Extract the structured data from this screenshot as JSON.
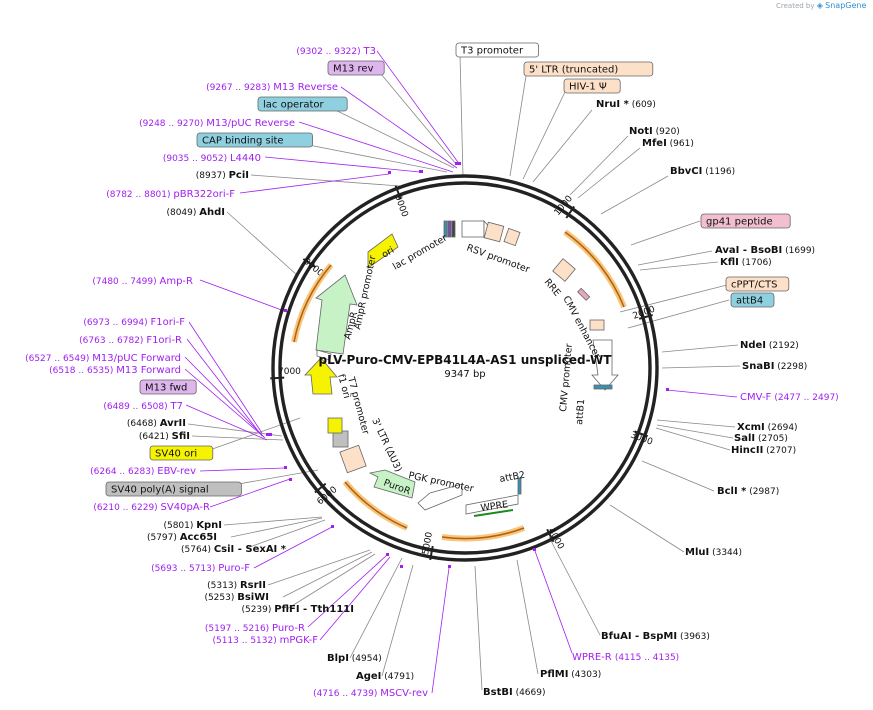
{
  "credit": {
    "prefix": "Created by",
    "brand": "SnapGene"
  },
  "plasmid": {
    "name": "pLV-Puro-CMV-EPB41L4A-AS1 unspliced-WT",
    "length": "9347 bp"
  },
  "ring_ticks": [
    "1000",
    "2000",
    "3000",
    "4000",
    "5000",
    "6000",
    "7000",
    "8000",
    "9000"
  ],
  "features": [
    {
      "key": "t3p",
      "text": "T3 promoter",
      "fill": "#ffffff"
    },
    {
      "key": "ltr5",
      "text": "5' LTR (truncated)",
      "fill": "#fde0c8"
    },
    {
      "key": "hiv",
      "text": "HIV-1 Ψ",
      "fill": "#fde0c8"
    },
    {
      "key": "m13rev",
      "text": "M13 rev",
      "fill": "#dfb5ee"
    },
    {
      "key": "lacop",
      "text": "lac operator",
      "fill": "#8fd0e0"
    },
    {
      "key": "cap",
      "text": "CAP binding site",
      "fill": "#8fd0e0"
    },
    {
      "key": "gp41",
      "text": "gp41 peptide",
      "fill": "#f1bfcf"
    },
    {
      "key": "cppt",
      "text": "cPPT/CTS",
      "fill": "#fde0c8"
    },
    {
      "key": "attb4",
      "text": "attB4",
      "fill": "#8fd0e0"
    },
    {
      "key": "m13fwd",
      "text": "M13 fwd",
      "fill": "#dfb5ee"
    },
    {
      "key": "sv40ori",
      "text": "SV40 ori",
      "fill": "#f6f300"
    },
    {
      "key": "sv40pa",
      "text": "SV40 poly(A) signal",
      "fill": "#bfbfbf"
    }
  ],
  "sites": [
    {
      "key": "nrui",
      "name": "NruI *",
      "pos": "(609)"
    },
    {
      "key": "noti",
      "name": "NotI",
      "pos": "(920)"
    },
    {
      "key": "mfei",
      "name": "MfeI",
      "pos": "(961)"
    },
    {
      "key": "bbvci",
      "name": "BbvCI",
      "pos": "(1196)"
    },
    {
      "key": "avai",
      "name": "AvaI",
      "sep": "-",
      "name2": "BsoBI",
      "pos": "(1699)"
    },
    {
      "key": "kfli",
      "name": "KflI",
      "pos": "(1706)"
    },
    {
      "key": "ndei",
      "name": "NdeI",
      "pos": "(2192)"
    },
    {
      "key": "snabi",
      "name": "SnaBI",
      "pos": "(2298)"
    },
    {
      "key": "xcmi",
      "name": "XcmI",
      "pos": "(2694)"
    },
    {
      "key": "sali",
      "name": "SalI",
      "pos": "(2705)"
    },
    {
      "key": "hincii",
      "name": "HincII",
      "pos": "(2707)"
    },
    {
      "key": "bcli",
      "name": "BclI *",
      "pos": "(2987)"
    },
    {
      "key": "mlui",
      "name": "MluI",
      "pos": "(3344)"
    },
    {
      "key": "bfuai",
      "name": "BfuAI",
      "sep": "-",
      "name2": "BspMI",
      "pos": "(3963)"
    },
    {
      "key": "pflmi",
      "name": "PflMI",
      "pos": "(4303)"
    },
    {
      "key": "bstbi",
      "name": "BstBI",
      "pos": "(4669)"
    },
    {
      "key": "agei",
      "name": "AgeI",
      "pos": "(4791)"
    },
    {
      "key": "blpi",
      "name": "BlpI",
      "pos": "(4954)"
    },
    {
      "key": "pflfi",
      "name": "PflFI",
      "sep": "-",
      "name2": "Tth111I",
      "pos": "(5239)"
    },
    {
      "key": "bsiwi",
      "name": "BsiWI",
      "pos": "(5253)"
    },
    {
      "key": "rsrii",
      "name": "RsrII",
      "pos": "(5313)"
    },
    {
      "key": "csii",
      "name": "CsiI",
      "sep": "-",
      "name2": "SexAI *",
      "pos": "(5764)"
    },
    {
      "key": "acc65i",
      "name": "Acc65I",
      "pos": "(5797)"
    },
    {
      "key": "kpni",
      "name": "KpnI",
      "pos": "(5801)"
    },
    {
      "key": "sfii",
      "name": "SfiI",
      "pos": "(6421)"
    },
    {
      "key": "avrii",
      "name": "AvrII",
      "pos": "(6468)"
    },
    {
      "key": "ahdi",
      "name": "AhdI",
      "pos": "(8049)"
    },
    {
      "key": "pcii",
      "name": "PciI",
      "pos": "(8937)"
    }
  ],
  "primers": [
    {
      "key": "t3",
      "range": "(9302 .. 9322)",
      "name": "T3"
    },
    {
      "key": "m13r",
      "range": "(9267 .. 9283)",
      "name": "M13 Reverse"
    },
    {
      "key": "m13puc",
      "range": "(9248 .. 9270)",
      "name": "M13/pUC Reverse"
    },
    {
      "key": "l4440",
      "range": "(9035 .. 9052)",
      "name": "L4440"
    },
    {
      "key": "pbr",
      "range": "(8782 .. 8801)",
      "name": "pBR322ori-F"
    },
    {
      "key": "ampr",
      "range": "(7480 .. 7499)",
      "name": "Amp-R"
    },
    {
      "key": "f1f",
      "range": "(6973 .. 6994)",
      "name": "F1ori-F"
    },
    {
      "key": "f1r",
      "range": "(6763 .. 6782)",
      "name": "F1ori-R"
    },
    {
      "key": "m13pf",
      "range": "(6527 .. 6549)",
      "name": "M13/pUC Forward"
    },
    {
      "key": "m13f",
      "range": "(6518 .. 6535)",
      "name": "M13 Forward"
    },
    {
      "key": "t7",
      "range": "(6489 .. 6508)",
      "name": "T7"
    },
    {
      "key": "ebv",
      "range": "(6264 .. 6283)",
      "name": "EBV-rev"
    },
    {
      "key": "sv40r",
      "range": "(6210 .. 6229)",
      "name": "SV40pA-R"
    },
    {
      "key": "purof",
      "range": "(5693 .. 5713)",
      "name": "Puro-F"
    },
    {
      "key": "pििor",
      "range": "(5197 .. 5216)",
      "name": "Puro-R"
    },
    {
      "key": "mpgk",
      "range": "(5113 .. 5132)",
      "name": "mPGK-F"
    },
    {
      "key": "mscv",
      "range": "(4716 .. 4739)",
      "name": "MSCV-rev"
    },
    {
      "key": "wpre",
      "range": "(4115 .. 4135)",
      "name": "WPRE-R"
    },
    {
      "key": "cmvf",
      "range": "(2477 .. 2497)",
      "name": "CMV-F"
    }
  ],
  "inner_labels": [
    {
      "key": "lacp",
      "text": "lac promoter"
    },
    {
      "key": "rsv",
      "text": "RSV promoter"
    },
    {
      "key": "rre",
      "text": "RRE"
    },
    {
      "key": "cmvenh",
      "text": "CMV enhancer"
    },
    {
      "key": "cmvp",
      "text": "CMV promoter"
    },
    {
      "key": "attb1",
      "text": "attB1"
    },
    {
      "key": "attb2",
      "text": "attB2"
    },
    {
      "key": "wpre",
      "text": "WPRE"
    },
    {
      "key": "pgk",
      "text": "PGK promoter"
    },
    {
      "key": "puror",
      "text": "PuroR"
    },
    {
      "key": "ltr3",
      "text": "3' LTR (ΔU3)"
    },
    {
      "key": "t7p",
      "text": "T7 promoter"
    },
    {
      "key": "f1",
      "text": "f1 ori"
    },
    {
      "key": "amprp",
      "text": "AmpR promoter"
    },
    {
      "key": "ampr",
      "text": "AmpR"
    },
    {
      "key": "ori",
      "text": "ori"
    }
  ]
}
